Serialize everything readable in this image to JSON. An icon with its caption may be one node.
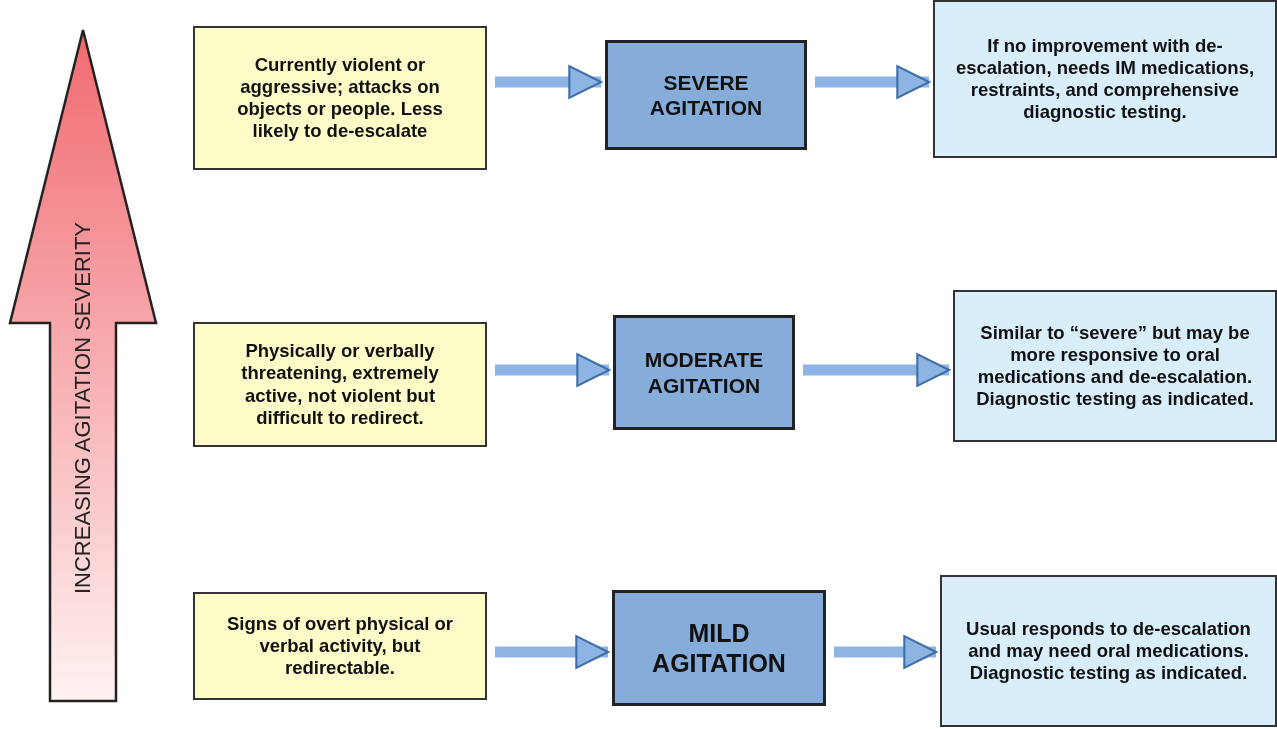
{
  "diagram": {
    "nodes": [
      {
        "text": [
          "INCREASING AGITATION SEVERITY"
        ]
      },
      {
        "text": [
          "Currently violent or aggressive; attacks on objects or people. Less likely to de-escalate"
        ]
      },
      {
        "text": [
          "SEVERE AGITATION"
        ]
      },
      {
        "text": [
          "If no improvement with de-escalation, needs IM medications, restraints, and comprehensive diagnostic testing."
        ]
      },
      {
        "text": [
          "Physically or verbally threatening, extremely active, not violent but difficult to redirect."
        ]
      },
      {
        "text": [
          "MODERATE AGITATION"
        ]
      },
      {
        "text": [
          "Similar to “severe” but may be more responsive to oral medications and de-escalation.  Diagnostic testing as indicated."
        ]
      },
      {
        "text": [
          "Signs of overt physical or verbal activity, but redirectable."
        ]
      },
      {
        "text": [
          "MILD AGITATION"
        ]
      },
      {
        "text": [
          "Usual responds to de-escalation and may need oral medications.  Diagnostic testing as indicated."
        ]
      }
    ],
    "edges": [
      {
        "from": 1,
        "to": 2,
        "arrow": "to"
      },
      {
        "from": 2,
        "to": 3,
        "arrow": "to"
      },
      {
        "from": 4,
        "to": 5,
        "arrow": "to"
      },
      {
        "from": 5,
        "to": 6,
        "arrow": "to"
      },
      {
        "from": 7,
        "to": 8,
        "arrow": "to"
      },
      {
        "from": 8,
        "to": 9,
        "arrow": "to"
      }
    ]
  }
}
